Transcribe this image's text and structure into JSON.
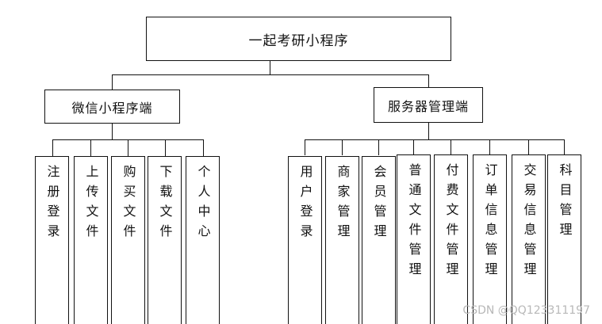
{
  "root": {
    "label": "一起考研小程序"
  },
  "branches": [
    {
      "label": "微信小程序端",
      "children": [
        "注册登录",
        "上传文件",
        "购买文件",
        "下载文件",
        "个人中心"
      ]
    },
    {
      "label": "服务器管理端",
      "children": [
        "用户登录",
        "商家管理",
        "会员管理",
        "普通文件管理",
        "付费文件管理",
        "订单信息管理",
        "交易信息管理",
        "科目管理"
      ]
    }
  ],
  "watermark": "CSDN @QQ123311197",
  "colors": {
    "line": "#111111",
    "background": "#ffffff",
    "watermark": "#b8b8b8"
  }
}
